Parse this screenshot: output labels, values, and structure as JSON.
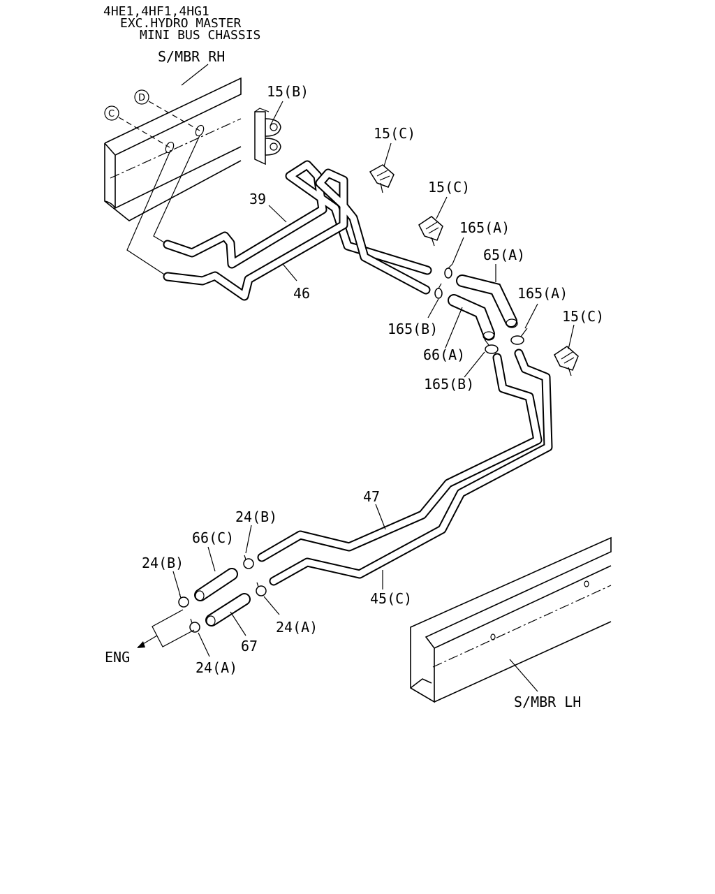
{
  "header": {
    "line1": "4HE1,4HF1,4HG1",
    "line2": "EXC.HYDRO MASTER",
    "line3": "MINI BUS CHASSIS"
  },
  "members": {
    "rh": "S/MBR RH",
    "lh": "S/MBR LH"
  },
  "refs": {
    "c": "C",
    "d": "D"
  },
  "labels": {
    "p15b": "15(B)",
    "p15c_1": "15(C)",
    "p15c_2": "15(C)",
    "p15c_3": "15(C)",
    "p39": "39",
    "p46": "46",
    "p165a_1": "165(A)",
    "p165a_2": "165(A)",
    "p65a": "65(A)",
    "p165b_1": "165(B)",
    "p165b_2": "165(B)",
    "p66a": "66(A)",
    "p47": "47",
    "p24b_1": "24(B)",
    "p24b_2": "24(B)",
    "p66c": "66(C)",
    "p45c": "45(C)",
    "p24a_1": "24(A)",
    "p24a_2": "24(A)",
    "p67": "67",
    "eng": "ENG"
  }
}
